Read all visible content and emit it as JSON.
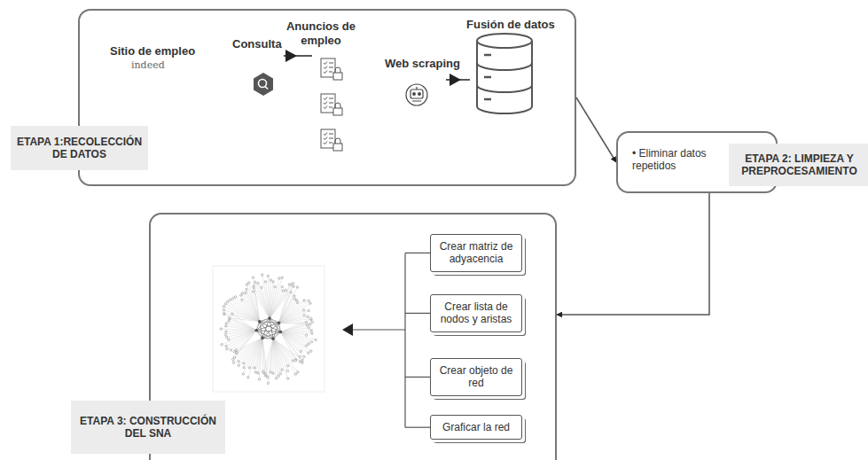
{
  "diagram": {
    "nodes": [
      {
        "text": [
          "ETAPA 1:RECOLECCIÓN DE DATOS",
          "Sitio de empleo",
          "indeed",
          "Consulta",
          "Anuncios de empleo",
          "Web scraping",
          "Fusión de datos"
        ]
      },
      {
        "text": [
          "ETAPA 2: LIMPIEZA Y PREPROCESAMIENTO",
          "• Eliminar datos repetidos"
        ]
      },
      {
        "text": [
          "ETAPA 3: CONSTRUCCIÓN DEL SNA"
        ]
      },
      {
        "text": [
          "Crear matriz de adyacencia"
        ],
        "in": 2
      },
      {
        "text": [
          "Crear lista de nodos y aristas"
        ],
        "in": 2
      },
      {
        "text": [
          "Crear objeto de red"
        ],
        "in": 2
      },
      {
        "text": [
          "Graficar la red"
        ],
        "in": 2
      }
    ],
    "edges": [
      {
        "from": 0,
        "to": 1,
        "arrow": "to"
      },
      {
        "from": 1,
        "to": 2,
        "arrow": "to"
      }
    ]
  }
}
